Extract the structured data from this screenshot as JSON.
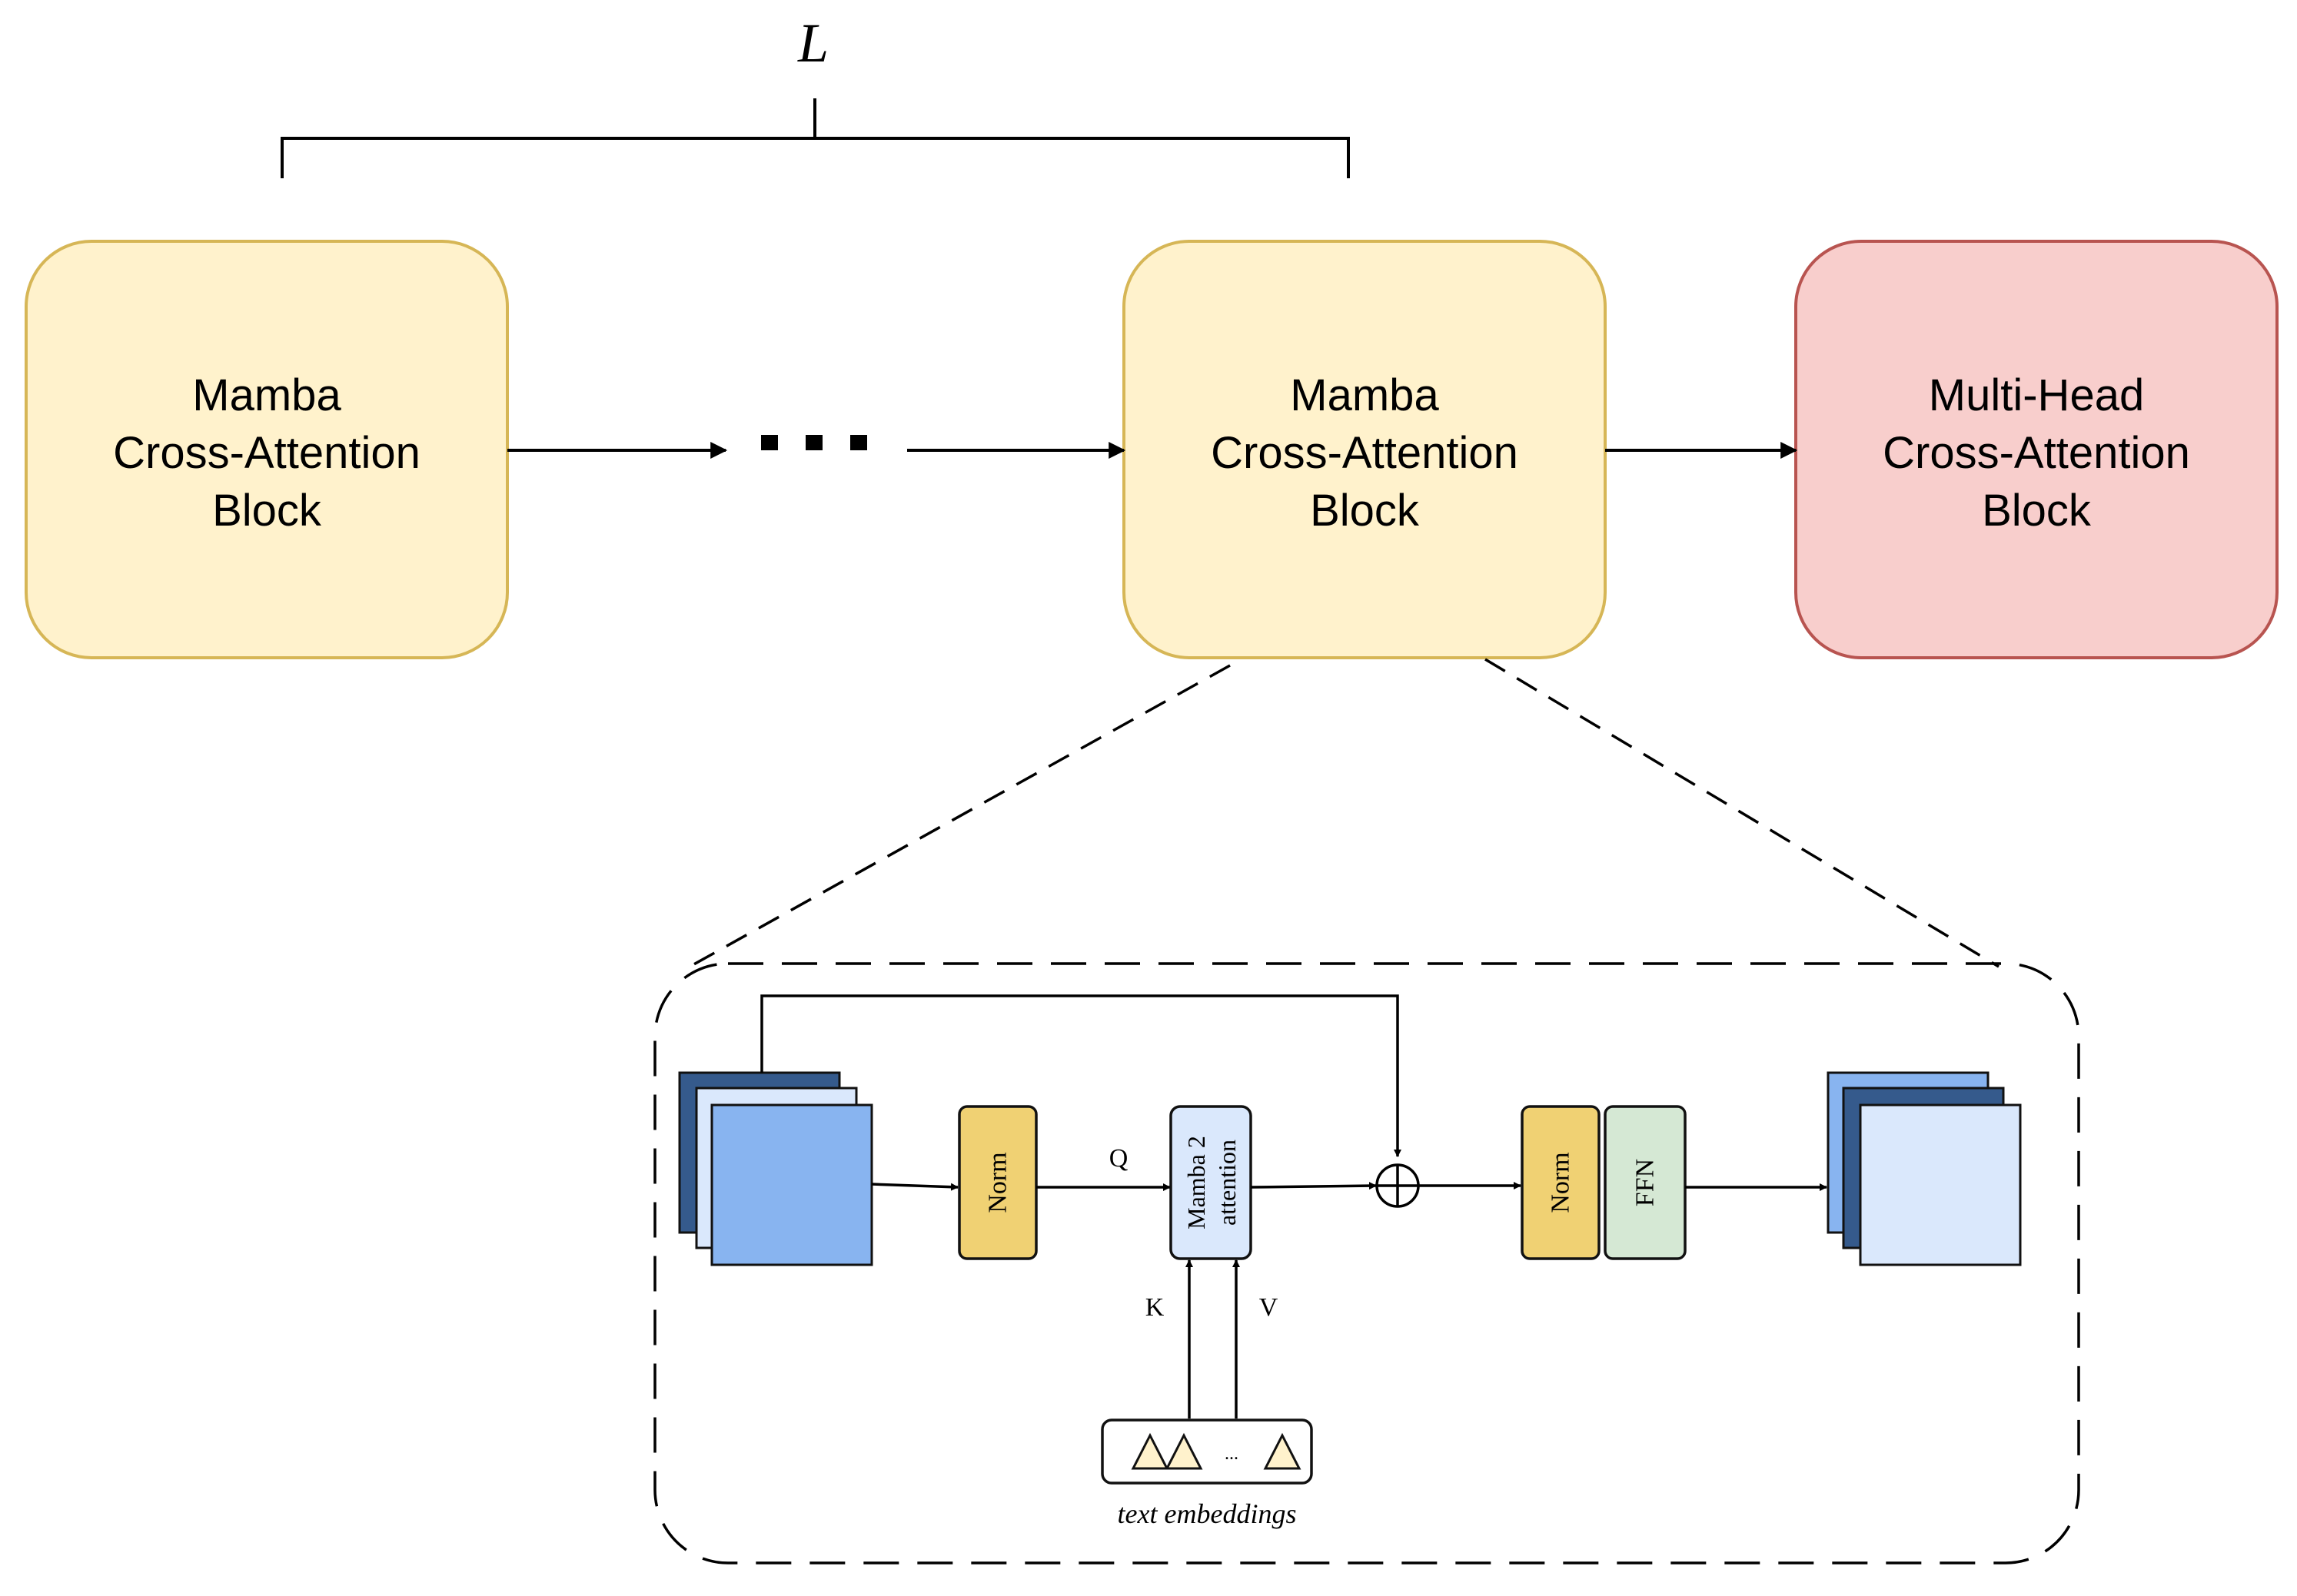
{
  "repeat_label": "L",
  "blocks": [
    {
      "lines": [
        "Mamba",
        "Cross-Attention",
        "Block"
      ]
    },
    {
      "lines": [
        "Mamba",
        "Cross-Attention",
        "Block"
      ]
    },
    {
      "lines": [
        "Multi-Head",
        "Cross-Attention",
        "Block"
      ]
    }
  ],
  "detail": {
    "norm1": "Norm",
    "mamba_lines": [
      "Mamba 2",
      "attention"
    ],
    "q": "Q",
    "k": "K",
    "v": "V",
    "norm2": "Norm",
    "ffn": "FFN",
    "embed_dots": "...",
    "embed_caption": "text embeddings"
  },
  "colors": {
    "mamba_fill": "#FFF2CC",
    "mamba_stroke": "#D6B656",
    "mha_fill": "#F8CECC",
    "mha_stroke": "#B85450",
    "norm_fill": "#F0D173",
    "ffn_fill": "#D5E8D4",
    "attn_fill": "#DAE8FC",
    "map_dark": "#355A8C",
    "map_mid": "#88B4F0",
    "map_light": "#DAE8FC"
  }
}
